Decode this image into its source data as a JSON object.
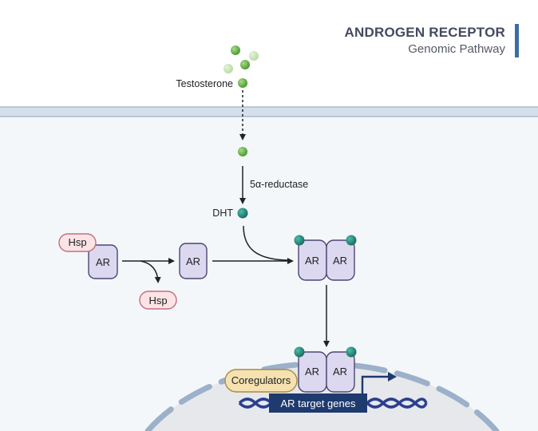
{
  "header": {
    "title": "ANDROGEN RECEPTOR",
    "subtitle": "Genomic Pathway"
  },
  "labels": {
    "testosterone": "Testosterone",
    "reductase": "5α-reductase",
    "dht": "DHT",
    "hsp_bound": "Hsp",
    "hsp_released": "Hsp",
    "ar_complex": "AR",
    "ar_free": "AR",
    "ar_dimer_left": "AR",
    "ar_dimer_right": "AR",
    "ar_nuclear_left": "AR",
    "ar_nuclear_right": "AR",
    "coregulators": "Coregulators",
    "target_genes": "AR target genes"
  },
  "colors": {
    "testosterone": "#6dbb4e",
    "dht": "#2a9486",
    "receptor": "#dcd8f0",
    "hsp": "#fbe3e6",
    "coregulators": "#f5e2b0",
    "gene_box": "#1e3a6e",
    "dna": "#2a3f8f",
    "membrane": "#bfcedc",
    "nucleus": "#97aec8"
  }
}
